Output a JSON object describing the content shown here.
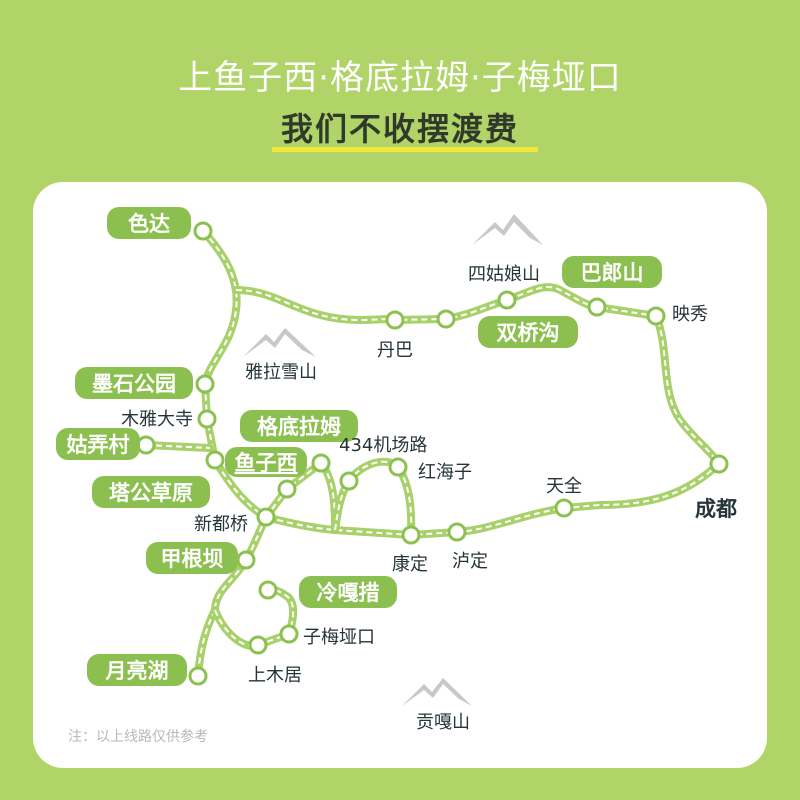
{
  "header": {
    "title": "上鱼子西·格底拉姆·子梅垭口",
    "subtitle": "我们不收摆渡费"
  },
  "colors": {
    "background": "#b0d468",
    "tag": "#8bbf4f",
    "route": "#a9d16b",
    "underline": "#f4e73b"
  },
  "tags": {
    "seda": "色达",
    "moshi": "墨石公园",
    "gunong": "姑弄村",
    "yuzixi": "鱼子西",
    "gedilamu": "格底拉姆",
    "tagong": "塔公草原",
    "jiagenba": "甲根坝",
    "lenggacuo": "冷嘎措",
    "yueliang": "月亮湖",
    "balang": "巴郎山",
    "shuangqiao": "双桥沟"
  },
  "places": {
    "muya": "木雅大寺",
    "xindu": "新都桥",
    "danba": "丹巴",
    "sigu": "四姑娘山",
    "yingxiu": "映秀",
    "chengdu": "成都",
    "tianquan": "天全",
    "luding": "泸定",
    "kangding": "康定",
    "airport": "434机场路",
    "honghaizi": "红海子",
    "zimei": "子梅垭口",
    "shangmuju": "上木居"
  },
  "mountains": {
    "yala": "雅拉雪山",
    "gongga": "贡嘎山",
    "siguniang_peak": ""
  },
  "note": "注：以上线路仅供参考"
}
